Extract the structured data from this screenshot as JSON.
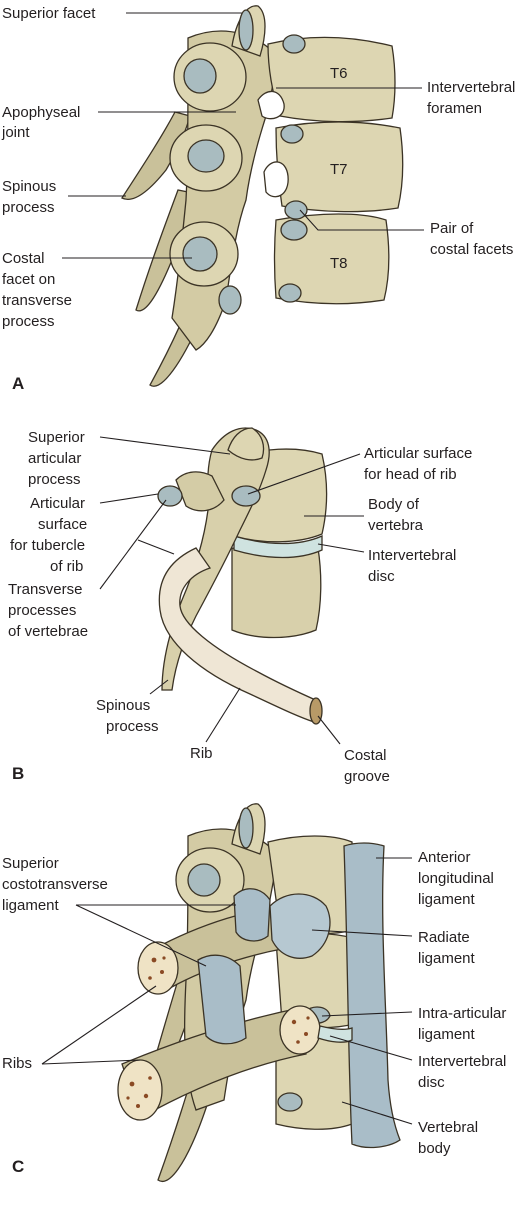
{
  "colors": {
    "bone": "#ddd6b2",
    "bone_shade": "#bcb48c",
    "bone_dark": "#9d9470",
    "facet": "#a9bcc0",
    "disc": "#cfe3e0",
    "rib": "#efe6d5",
    "ligament": "#a9bdc8",
    "marrow": "#efe3c5",
    "marrow_spot": "#8a4a24",
    "outline": "#3b3325",
    "text": "#231f20"
  },
  "panels": {
    "a": {
      "letter": "A",
      "vertebra_labels": [
        "T6",
        "T7",
        "T8"
      ],
      "labels": {
        "superior_facet": [
          "Superior facet"
        ],
        "apophyseal_joint": [
          "Apophyseal",
          "joint"
        ],
        "spinous_process": [
          "Spinous",
          "process"
        ],
        "costal_facet_transverse": [
          "Costal",
          "facet on",
          "transverse",
          "process"
        ],
        "intervertebral_foramen": [
          "Intervertebral",
          "foramen"
        ],
        "pair_costal_facets": [
          "Pair of",
          "costal facets"
        ]
      }
    },
    "b": {
      "letter": "B",
      "labels": {
        "superior_articular_process": [
          "Superior",
          "articular",
          "process"
        ],
        "articular_surface_tubercle": [
          "Articular",
          "surface",
          "for tubercle",
          "of rib"
        ],
        "transverse_processes": [
          "Transverse",
          "processes",
          "of vertebrae"
        ],
        "spinous_process": [
          "Spinous",
          "process"
        ],
        "rib": [
          "Rib"
        ],
        "articular_surface_head": [
          "Articular surface",
          "for head of rib"
        ],
        "body_of_vertebra": [
          "Body of",
          "vertebra"
        ],
        "intervertebral_disc": [
          "Intervertebral",
          "disc"
        ],
        "costal_groove": [
          "Costal",
          "groove"
        ]
      }
    },
    "c": {
      "letter": "C",
      "labels": {
        "superior_costotransverse": [
          "Superior",
          "costotransverse",
          "ligament"
        ],
        "ribs": [
          "Ribs"
        ],
        "anterior_longitudinal": [
          "Anterior",
          "longitudinal",
          "ligament"
        ],
        "radiate_ligament": [
          "Radiate",
          "ligament"
        ],
        "intra_articular": [
          "Intra-articular",
          "ligament"
        ],
        "intervertebral_disc": [
          "Intervertebral",
          "disc"
        ],
        "vertebral_body": [
          "Vertebral",
          "body"
        ]
      }
    }
  }
}
